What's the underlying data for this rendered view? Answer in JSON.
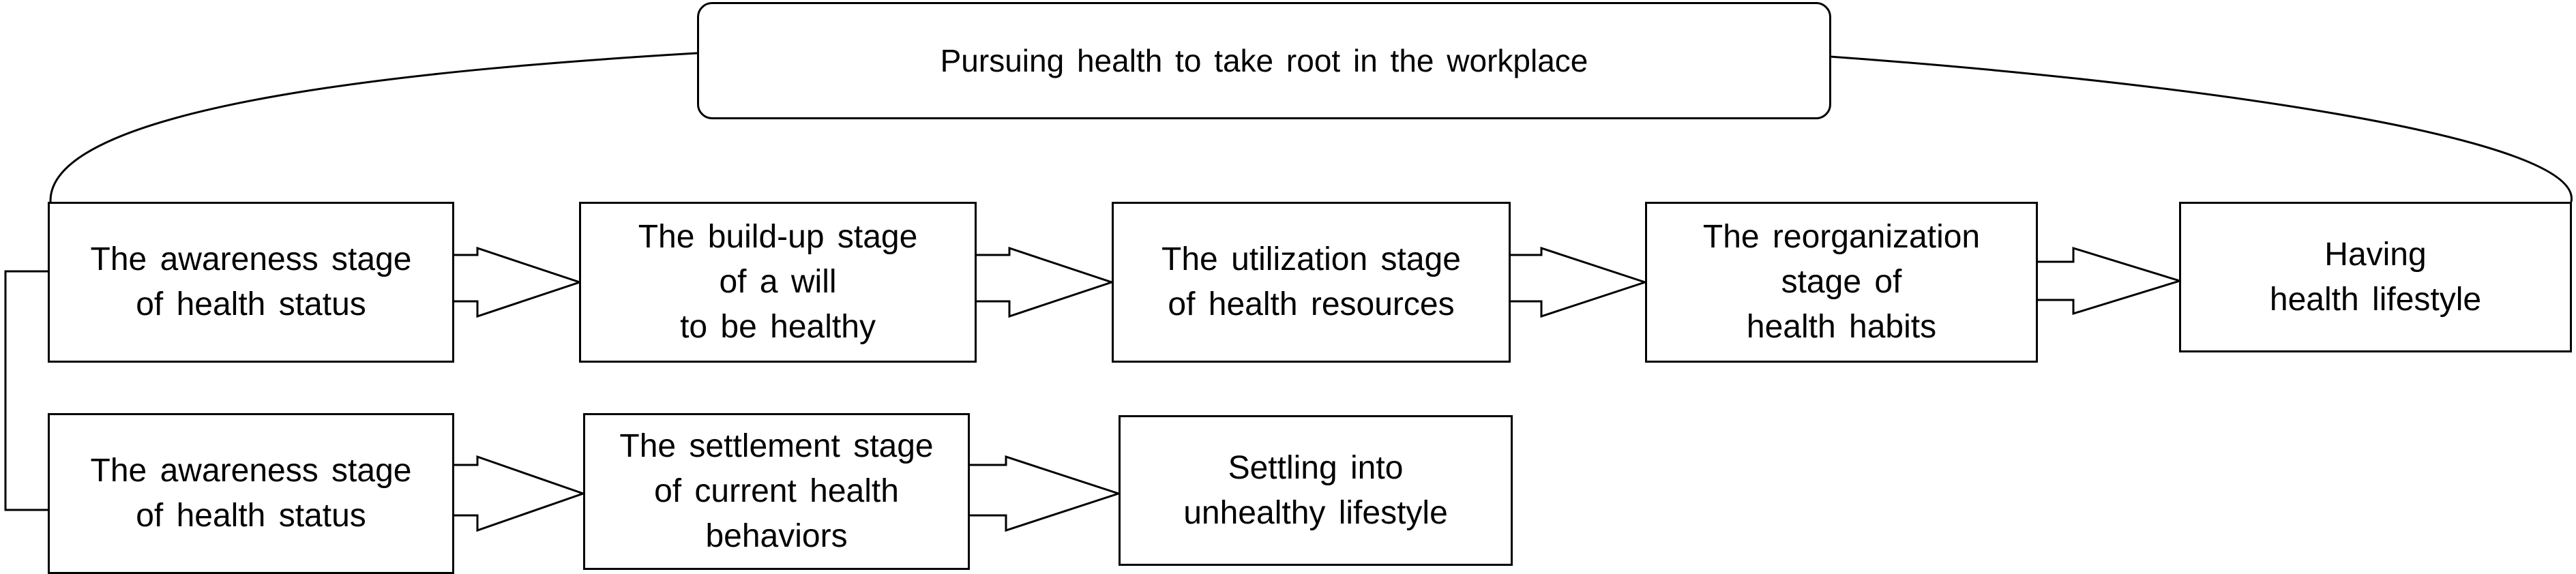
{
  "diagram": {
    "title": "Pursuing health to take root in the workplace",
    "healthy_path": {
      "stage_1": "The awareness  stage\nof health status",
      "stage_2": "The build-up  stage\nof a will\nto be healthy",
      "stage_3": "The utilization stage\nof health resources",
      "stage_4": "The reorganization\nstage of\nhealth habits",
      "outcome": "Having\nhealth  lifestyle"
    },
    "unhealthy_path": {
      "stage_1": "The awareness  stage\nof health status",
      "stage_2": "The settlement stage\nof current health\nbehaviors",
      "outcome": "Settling into\nunhealthy lifestyle"
    }
  },
  "colors": {
    "stroke": "#000000",
    "fill": "#ffffff"
  }
}
